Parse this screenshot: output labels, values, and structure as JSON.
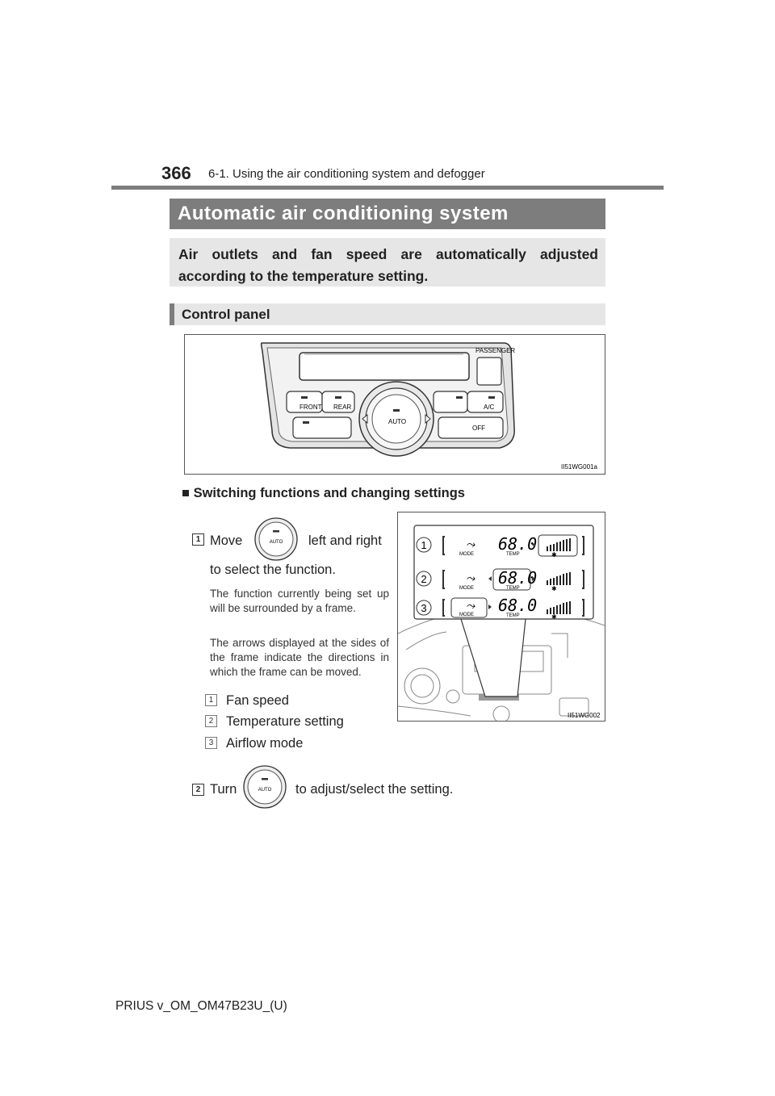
{
  "header": {
    "page_number": "366",
    "section": "6-1. Using the air conditioning system and defogger"
  },
  "title": "Automatic air conditioning system",
  "intro": "Air outlets and fan speed are automatically adjusted according to the temperature setting.",
  "subheading": "Control panel",
  "figure1": {
    "code": "II51WG001a",
    "labels": {
      "passenger": "PASSENGER",
      "front": "FRONT",
      "rear": "REAR",
      "auto": "AUTO",
      "ac": "A/C",
      "off": "OFF"
    }
  },
  "subsection": "Switching functions and changing settings",
  "steps": [
    {
      "number": "1",
      "text_before": "Move",
      "text_after": "left and right",
      "text_line2": "to select the function.",
      "knob_label": "AUTO",
      "note1": "The function currently being set up will be surrounded by a frame.",
      "note2": "The arrows displayed at the sides of the frame indicate the directions in which the frame can be moved.",
      "items": [
        {
          "number": "1",
          "label": "Fan speed"
        },
        {
          "number": "2",
          "label": "Temperature setting"
        },
        {
          "number": "3",
          "label": "Airflow mode"
        }
      ]
    },
    {
      "number": "2",
      "text_before": "Turn",
      "text_after": "to adjust/select the setting.",
      "knob_label": "AUTO"
    }
  ],
  "figure2": {
    "code": "II51WG002",
    "rows": [
      {
        "number": "1",
        "temp": "68.0",
        "mode_label": "MODE",
        "temp_label": "TEMP"
      },
      {
        "number": "2",
        "temp": "68.0",
        "mode_label": "MODE",
        "temp_label": "TEMP"
      },
      {
        "number": "3",
        "temp": "68.0",
        "mode_label": "MODE",
        "temp_label": "TEMP"
      }
    ]
  },
  "footer": "PRIUS v_OM_OM47B23U_(U)"
}
